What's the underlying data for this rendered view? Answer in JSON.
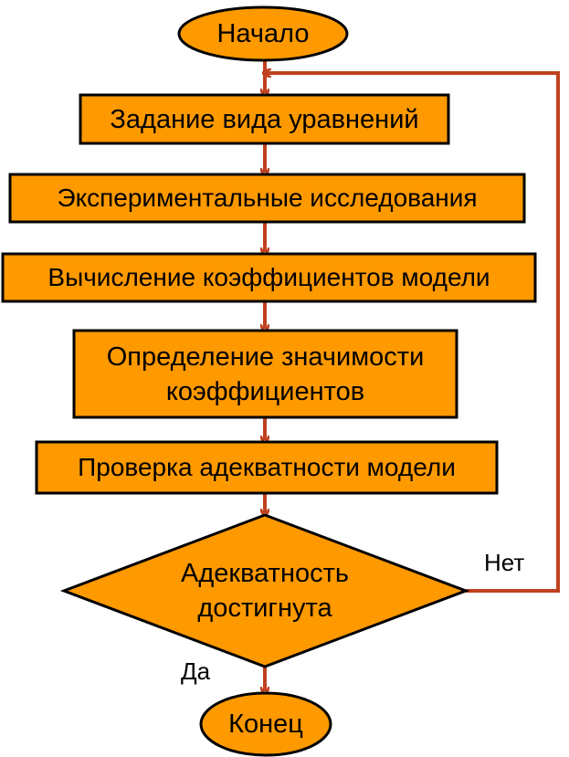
{
  "colors": {
    "node_fill": "#FF9900",
    "node_stroke": "#000000",
    "connector": "#C0411F",
    "text": "#000000",
    "background": "#FFFFFF"
  },
  "nodes": {
    "start": "Начало",
    "step1": "Задание вида уравнений",
    "step2": "Экспериментальные исследования",
    "step3": "Вычисление коэффициентов модели",
    "step4": "Определение значимости\nкоэффициентов",
    "step5": "Проверка адекватности модели",
    "decision": "Адекватность\nдостигнута",
    "end": "Конец"
  },
  "edge_labels": {
    "yes": "Да",
    "no": "Нет"
  }
}
